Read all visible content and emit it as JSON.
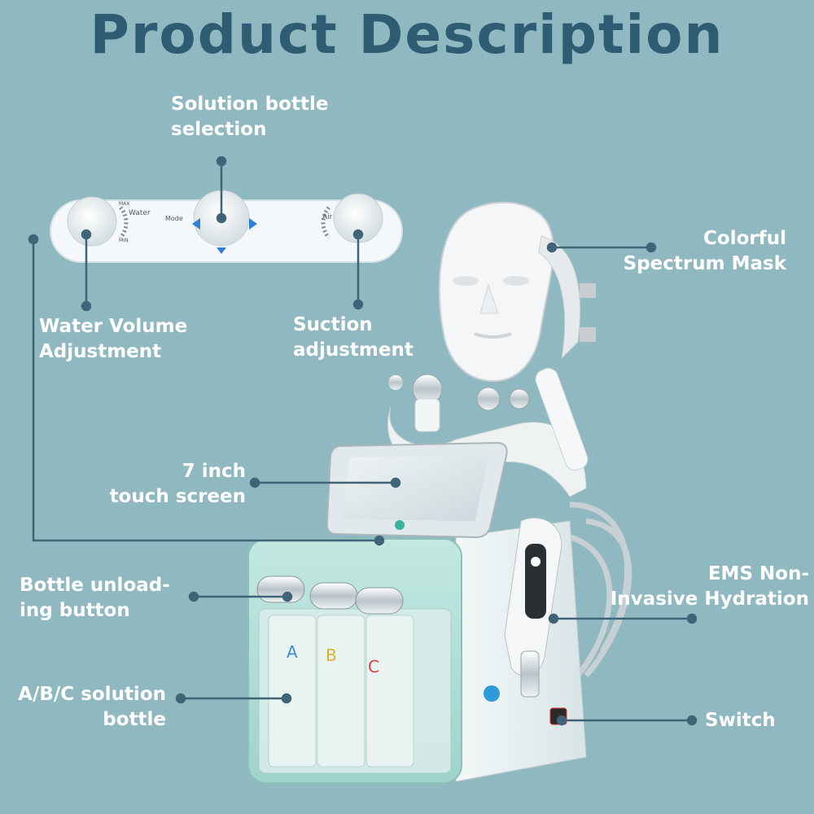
{
  "title": "Product Description",
  "colors": {
    "background": "#8fb8c1",
    "title": "#2f5b73",
    "leader_line": "#3f6478",
    "label_text": "#ffffff",
    "device_body": "#eaf3f2",
    "device_accent": "#a9dcd3"
  },
  "labels": {
    "solution_bottle_selection": [
      "Solution bottle",
      "selection"
    ],
    "water_volume": [
      "Water Volume",
      "Adjustment"
    ],
    "suction": [
      "Suction",
      "adjustment"
    ],
    "mask": [
      "Colorful",
      "Spectrum Mask"
    ],
    "touch_screen": [
      "7 inch",
      "touch screen"
    ],
    "bottle_unload": [
      "Bottle unload-",
      "ing button"
    ],
    "ems": [
      "EMS Non-",
      "Invasive Hydration"
    ],
    "abc_bottle": [
      "A/B/C solution",
      "bottle"
    ],
    "switch": [
      "Switch"
    ]
  },
  "control_panel": {
    "water_label": "Water",
    "air_label": "Air",
    "max_label": "MAX",
    "min_label": "MIN",
    "mode_label": "Mode"
  },
  "bottles": {
    "a": "A",
    "b": "B",
    "c": "C"
  },
  "icons": [
    "knob-icon",
    "arrow-left-icon",
    "arrow-right-icon",
    "arrow-down-icon",
    "face-mask-icon",
    "handpiece-icon",
    "oxygen-icon"
  ]
}
